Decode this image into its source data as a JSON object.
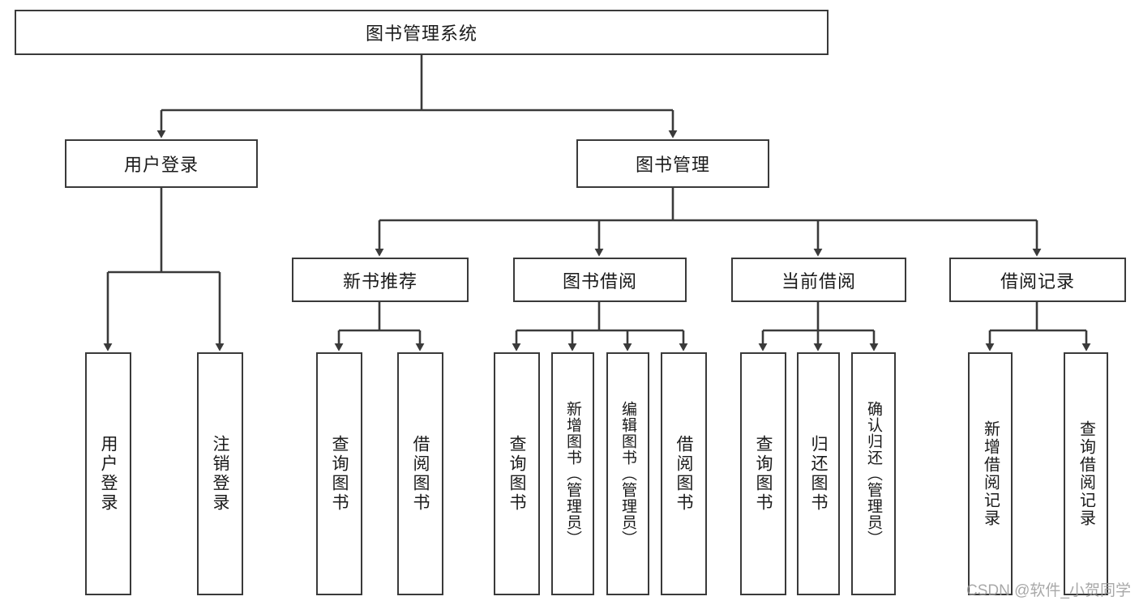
{
  "diagram": {
    "title": "图书管理系统",
    "type": "tree-hierarchy-diagram",
    "background_color": "#ffffff",
    "border_color": "#3a3a3a",
    "text_color": "#1a1a1a"
  },
  "root": {
    "label": "图书管理系统"
  },
  "level2": [
    {
      "label": "用户登录"
    },
    {
      "label": "图书管理"
    }
  ],
  "level3": [
    {
      "label": "新书推荐"
    },
    {
      "label": "图书借阅"
    },
    {
      "label": "当前借阅"
    },
    {
      "label": "借阅记录"
    }
  ],
  "leaves": {
    "user_login": [
      {
        "label": "用户登录"
      },
      {
        "label": "注销登录"
      }
    ],
    "new_book_recommend": [
      {
        "label": "查询图书"
      },
      {
        "label": "借阅图书"
      }
    ],
    "book_borrow": [
      {
        "label": "查询图书"
      },
      {
        "label": "新增图书（管理员）"
      },
      {
        "label": "编辑图书（管理员）"
      },
      {
        "label": "借阅图书"
      }
    ],
    "current_borrow": [
      {
        "label": "查询图书"
      },
      {
        "label": "归还图书"
      },
      {
        "label": "确认归还（管理员）"
      }
    ],
    "borrow_record": [
      {
        "label": "新增借阅记录"
      },
      {
        "label": "查询借阅记录"
      }
    ]
  },
  "watermark": {
    "text": "CSDN @软件_小贺同学"
  }
}
